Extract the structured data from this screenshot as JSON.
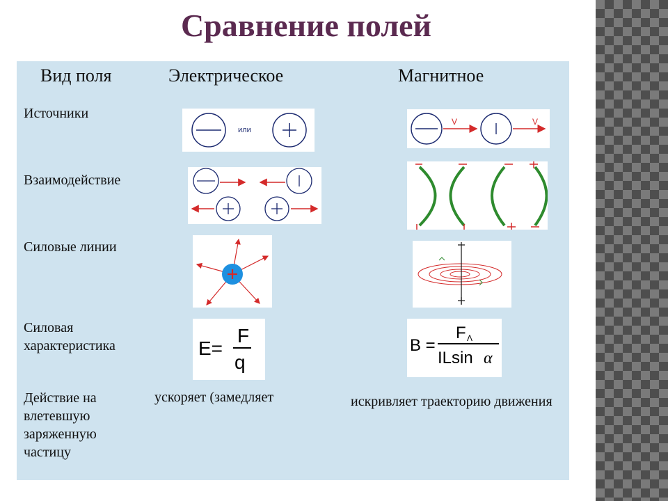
{
  "title": "Сравнение полей",
  "headers": {
    "kind": "Вид поля",
    "electric": "Электрическое",
    "magnetic": "Магнитное"
  },
  "rows": {
    "sources": "Источники",
    "interaction": "Взаимодействие",
    "field_lines": "Силовые линии",
    "characteristic": "Силовая характеристика",
    "effect": "Действие на влетевшую заряженную частицу"
  },
  "electric": {
    "sources_or": "или",
    "formula_lhs": "E=",
    "formula_num": "F",
    "formula_den": "q",
    "effect_text": "ускоряет (замедляет"
  },
  "magnetic": {
    "v_label": "V",
    "formula_lhs": "B =",
    "formula_num": "F",
    "formula_num_sub": "Λ",
    "formula_den": "ILsin",
    "formula_den_angle": "α",
    "effect_text": "искривляет  траекторию движения"
  },
  "colors": {
    "title": "#5b2a50",
    "table_bg": "#cfe3ef",
    "arrow_red": "#d42a2a",
    "field_green": "#2e8b2e",
    "charge_blue": "#1e90e0",
    "pattern": "#4e4e4e"
  }
}
